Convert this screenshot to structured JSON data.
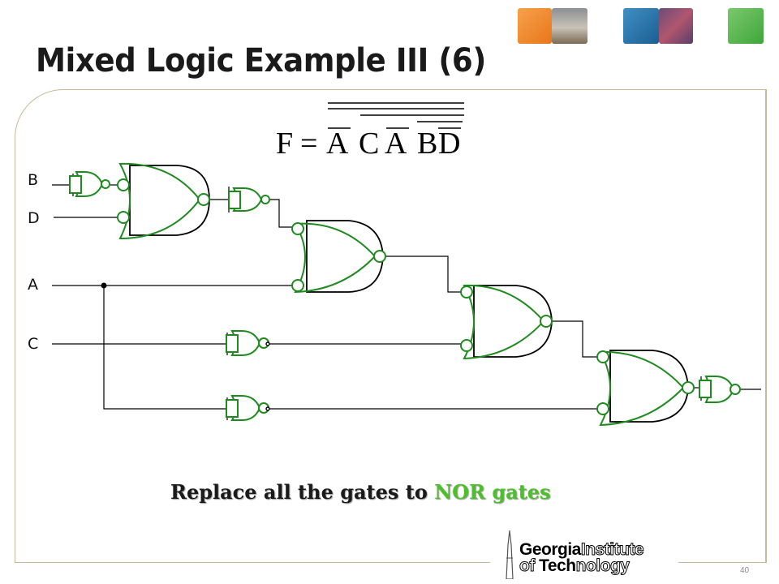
{
  "header": {
    "title": "Mixed Logic Example III (6)",
    "thumbnails": [
      "orange-block-thumbnail",
      "campus-photo-thumbnail",
      "blue-block-thumbnail",
      "circuit-photo-thumbnail",
      "green-block-thumbnail"
    ]
  },
  "diagram": {
    "equation": {
      "lhs": "F",
      "op": "=",
      "terms": [
        "A",
        "C",
        "A",
        "B",
        "D"
      ]
    },
    "inputs": {
      "b": "B",
      "d": "D",
      "a": "A",
      "c": "C"
    },
    "gate_colors": {
      "original": "#000000",
      "replacement": "#1f8a1f"
    }
  },
  "caption": {
    "prefix": "Replace all the gates to ",
    "highlight": "NOR gates",
    "highlight_color": "#4cc02a"
  },
  "footer": {
    "logo_line1_a": "Georgia",
    "logo_line1_b": "Institute",
    "logo_line2_a": "of ",
    "logo_line2_b": "Tech",
    "logo_line2_c": "nology",
    "page_number": "40"
  }
}
